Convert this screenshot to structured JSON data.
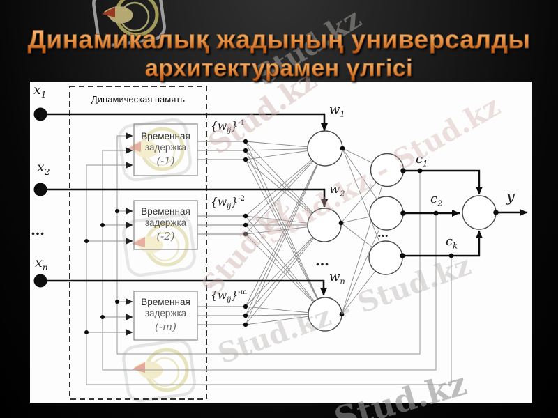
{
  "title": {
    "line1": "Динамикалық жадының универсалды",
    "line2": "архитектурамен үлгісі"
  },
  "watermark": {
    "text": "Stud.kz",
    "text_double": "Stud.kz - Stud.kz"
  },
  "colors": {
    "title_orange": "#e88a3c",
    "canvas_white": "#fdfdfd",
    "logo_red": "#c64526",
    "logo_olive": "#cdc46b",
    "line_black": "#111111",
    "line_gray": "#a0a0a0"
  },
  "diagram": {
    "memory_box_label": "Динамическая память",
    "delay_word1": "Временная",
    "delay_word2": "задержка",
    "delay_boxes": [
      {
        "tag": "(-1)"
      },
      {
        "tag": "(-2)"
      },
      {
        "tag": "(-m)"
      }
    ],
    "inputs": [
      {
        "base": "x",
        "sub": "1"
      },
      {
        "base": "x",
        "sub": "2"
      },
      {
        "base": "x",
        "sub": "n"
      }
    ],
    "weights": [
      {
        "base": "w",
        "sub": "1"
      },
      {
        "base": "w",
        "sub": "2"
      },
      {
        "base": "w",
        "sub": "n"
      }
    ],
    "wij": [
      {
        "open": "{w",
        "sub": "ij",
        "close": "}",
        "sup": "-1"
      },
      {
        "open": "{w",
        "sub": "ij",
        "close": "}",
        "sup": "-2"
      },
      {
        "open": "{w",
        "sub": "ij",
        "close": "}",
        "sup": "-m"
      }
    ],
    "couplings": [
      {
        "base": "c",
        "sub": "1"
      },
      {
        "base": "c",
        "sub": "2"
      },
      {
        "base": "c",
        "sub": "k"
      }
    ],
    "output_label": "y",
    "ellipsis": "…"
  }
}
